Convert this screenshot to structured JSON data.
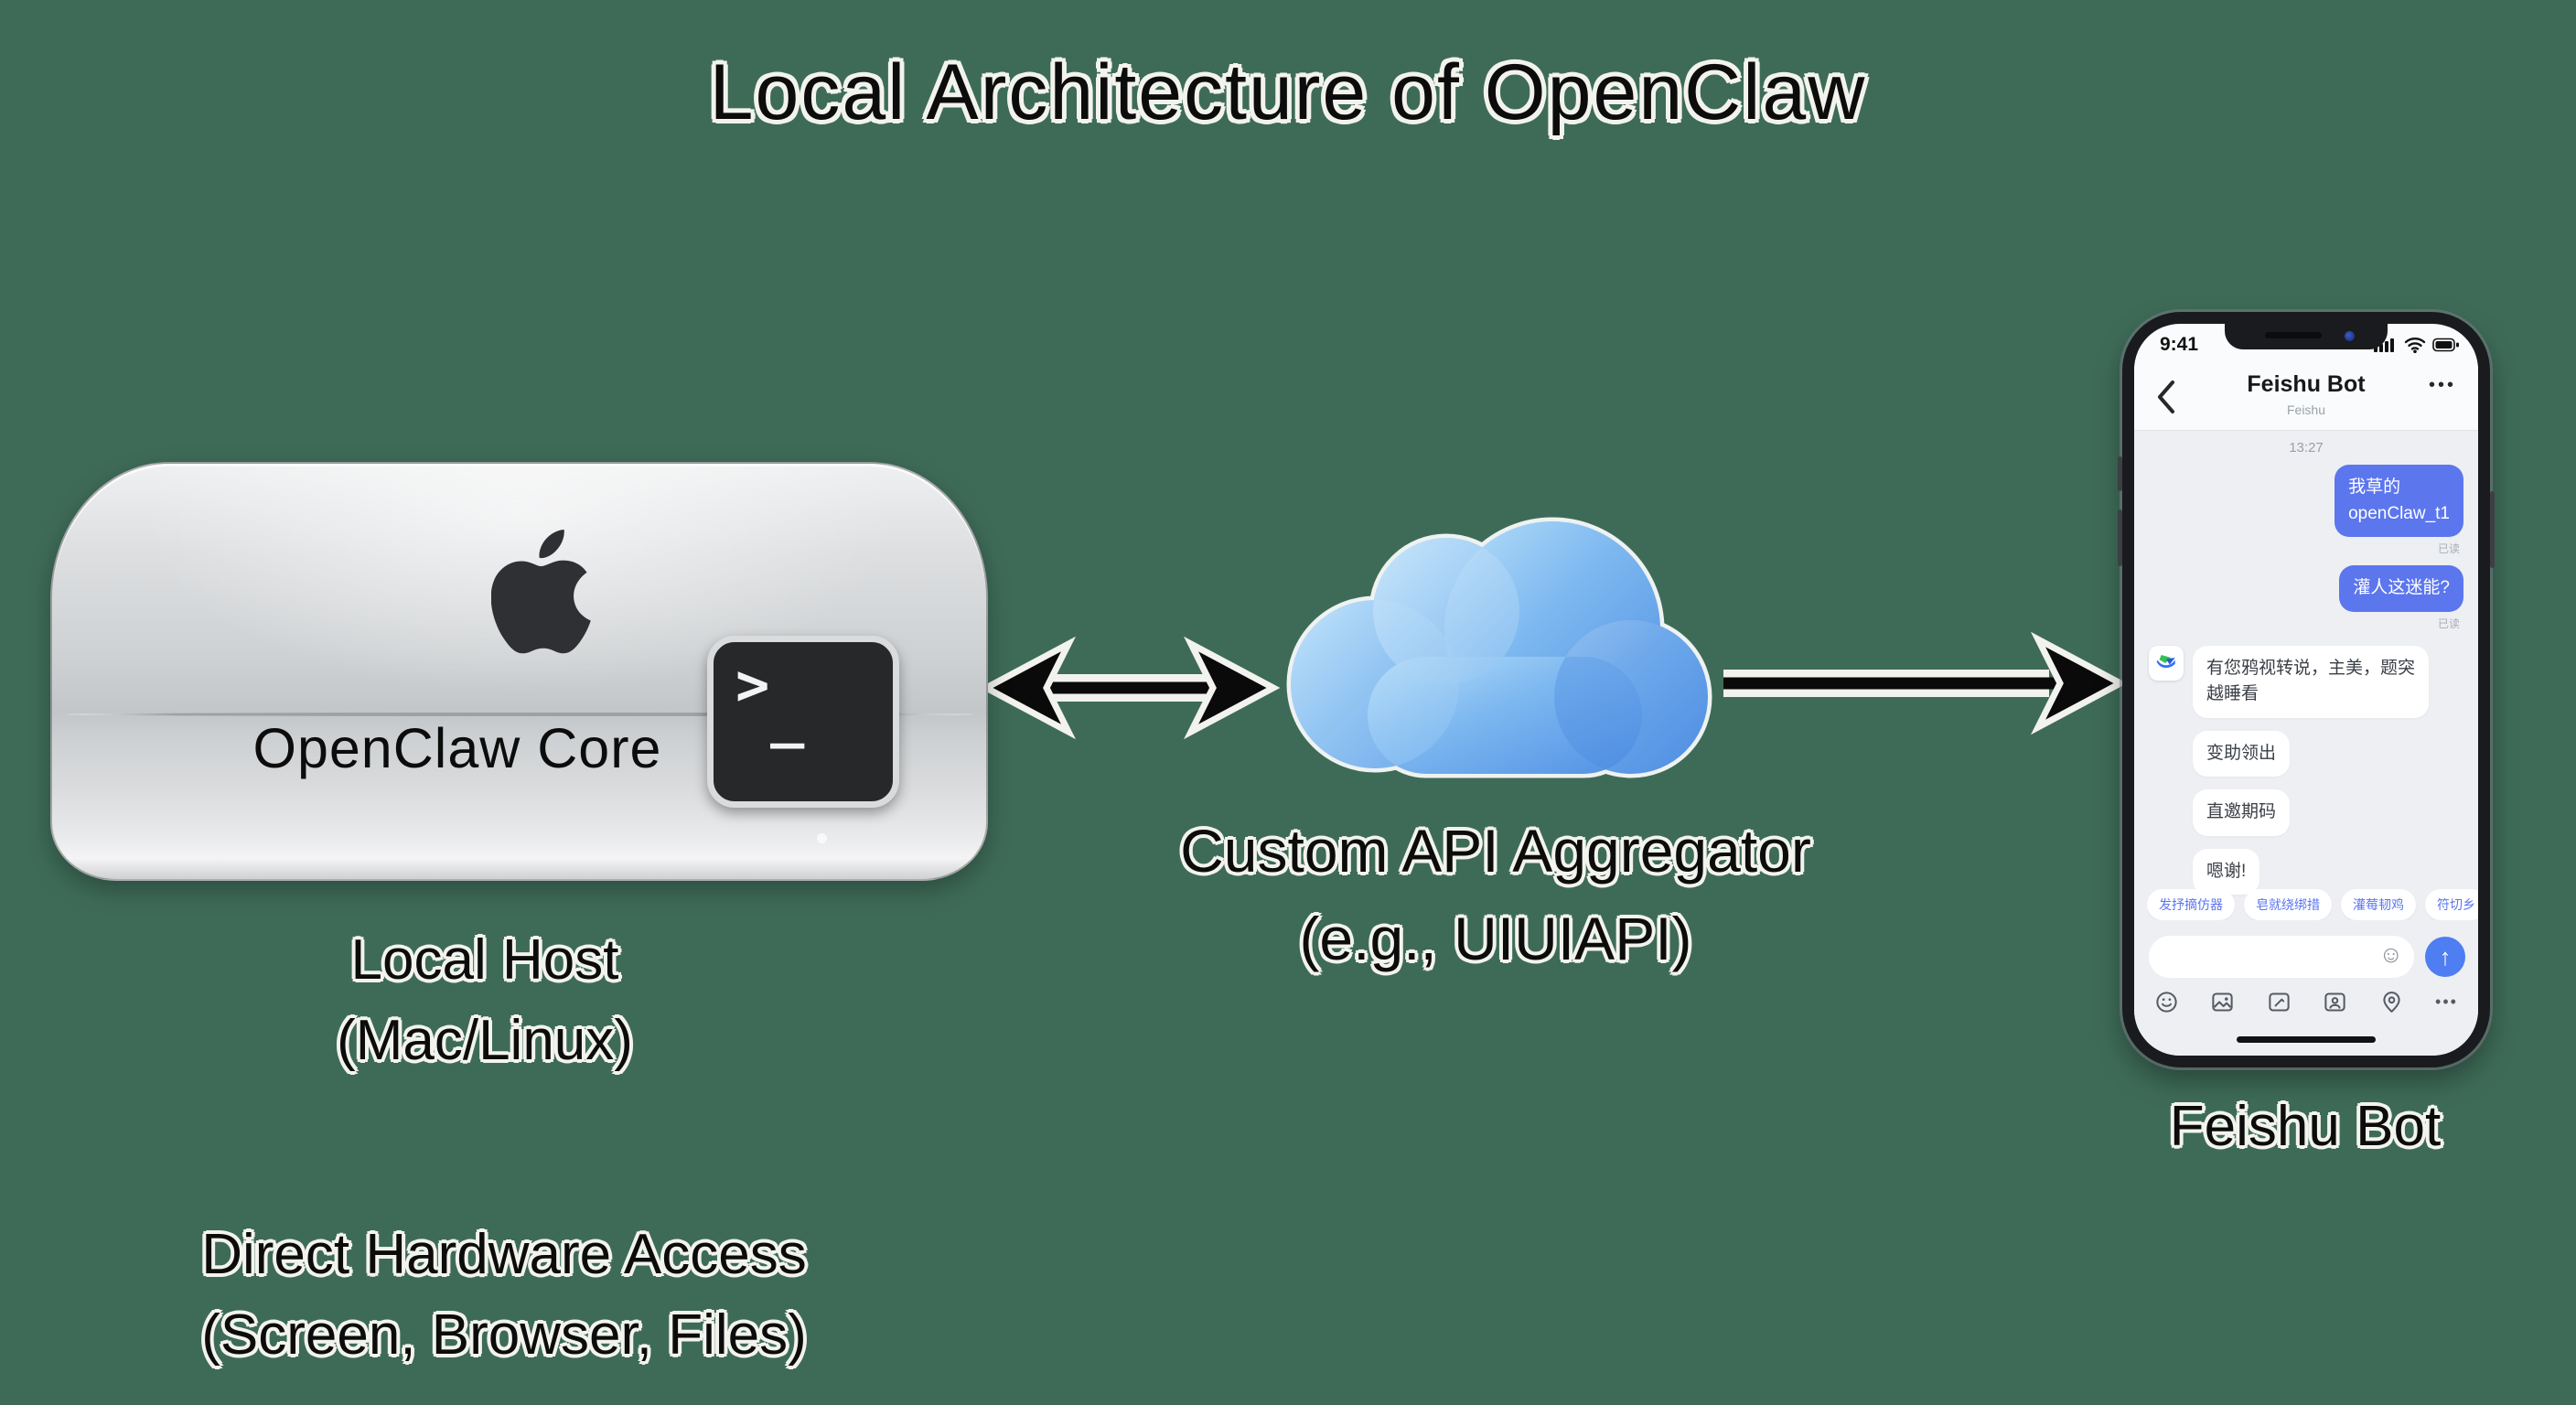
{
  "title": "Local Architecture of OpenClaw",
  "colors": {
    "background": "#3e6b58",
    "label_text": "#0c0c0c",
    "label_outline": "#f3f3ee",
    "arrow": "#0a0a0a",
    "arrow_casing": "#f2f2ee",
    "cloud_light": "#b9e0f9",
    "cloud_dark": "#5190e4",
    "sent_bubble": "#5c76ee",
    "received_bubble": "#ffffff",
    "send_button": "#4f7df2",
    "chip_text": "#5b76ef"
  },
  "mac_mini": {
    "device_label": "OpenClaw Core",
    "terminal_prompt_top": ">",
    "terminal_prompt_bottom": "_",
    "caption": {
      "line1": "Local Host",
      "line2": "(Mac/Linux)"
    },
    "footnote": {
      "line1": "Direct Hardware Access",
      "line2": "(Screen, Browser, Files)"
    }
  },
  "cloud": {
    "caption": {
      "line1": "Custom API Aggregator",
      "line2": "(e.g., UIUIAPI)"
    }
  },
  "phone": {
    "caption": "Feishu Bot",
    "status": {
      "time": "9:41"
    },
    "header": {
      "title": "Feishu Bot",
      "subtitle": "Feishu",
      "more": "•••"
    },
    "timestamp": "13:27",
    "messages": [
      {
        "sender": "user",
        "lines": [
          "我草的",
          "openClaw_t1"
        ],
        "receipt": "已读"
      },
      {
        "sender": "user",
        "lines": [
          "灌人这迷能?"
        ],
        "receipt": "已读"
      },
      {
        "sender": "bot",
        "lines": [
          "有您鸦视转说，主美，题突",
          "越睡看"
        ]
      },
      {
        "sender": "bot",
        "lines": [
          "变助领出"
        ]
      },
      {
        "sender": "bot",
        "lines": [
          "直邀期码"
        ]
      },
      {
        "sender": "bot",
        "lines": [
          "嗯谢!"
        ]
      }
    ],
    "suggestion_chips": [
      "发抒摘仿器",
      "皂就绕绑措",
      "灌莓韧鸡",
      "符切乡"
    ],
    "input": {
      "value": "",
      "emoji_icon": "☺",
      "send_icon": "↑"
    },
    "toolbar_more": "•••"
  }
}
